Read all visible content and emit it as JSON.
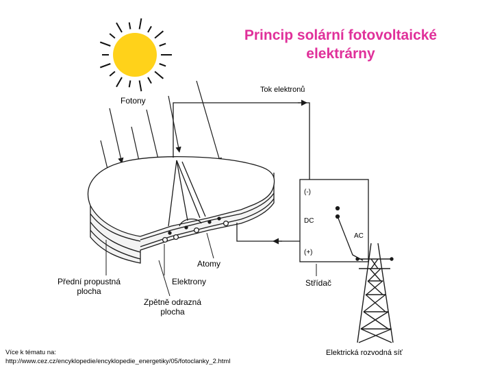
{
  "title_line1": "Princip solární fotovoltaické",
  "title_line2": "elektrárny",
  "labels": {
    "photons": "Fotony",
    "electron_flow": "Tok elektronů",
    "front_surface_line1": "Přední propustná",
    "front_surface_line2": "plocha",
    "electrons": "Elektrony",
    "atoms": "Atomy",
    "back_surface_line1": "Zpětně odrazná",
    "back_surface_line2": "plocha",
    "inverter": "Střídač",
    "grid": "Elektrická rozvodná síť"
  },
  "inverter_box": {
    "minus": "(-)",
    "plus": "(+)",
    "dc": "DC",
    "ac": "AC"
  },
  "source": {
    "heading": "Více k tématu na:",
    "url": "http://www.cez.cz/encyklopedie/encyklopedie_energetiky/05/fotoclanky_2.html"
  },
  "colors": {
    "title": "#e0309a",
    "sun": "#ffd21a",
    "sun_rays": "#000000",
    "lines": "#1a1a1a"
  },
  "icons": [
    "sun-icon",
    "power-pylon-icon"
  ]
}
